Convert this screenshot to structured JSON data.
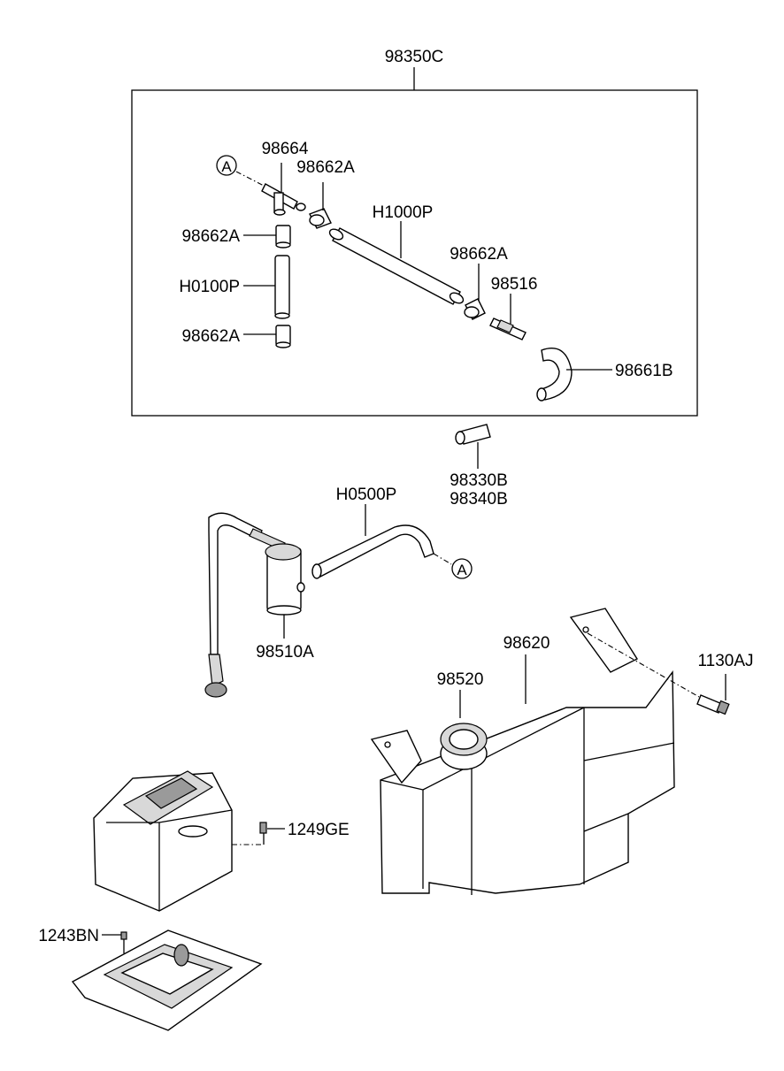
{
  "parts": {
    "assembly": "98350C",
    "tee_connector": "98664",
    "sleeve_top": "98662A",
    "sleeve_left_upper": "98662A",
    "sleeve_mid": "98662A",
    "sleeve_left_lower": "98662A",
    "hose_long": "H1000P",
    "hose_short": "H0100P",
    "check_valve": "98516",
    "elbow_hose": "98661B",
    "nozzle_1": "98330B",
    "nozzle_2": "98340B",
    "hose_pump": "H0500P",
    "pump": "98510A",
    "reservoir": "98620",
    "cap": "98520",
    "bolt_reservoir": "1130AJ",
    "bolt_battery": "1249GE",
    "bolt_tray": "1243BN"
  },
  "refs": {
    "ref_a_top": "A",
    "ref_a_bottom": "A"
  }
}
